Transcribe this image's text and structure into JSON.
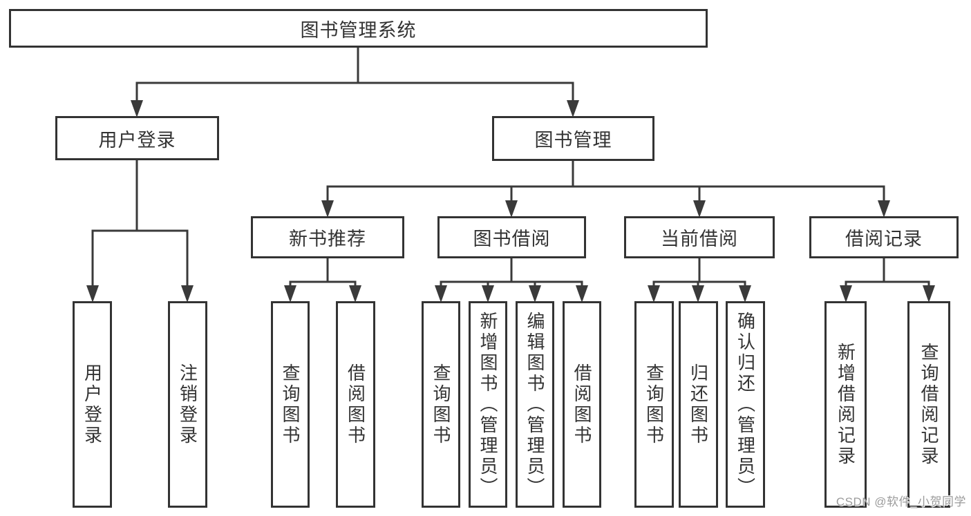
{
  "diagram": {
    "root": {
      "label": "图书管理系统"
    },
    "level2": [
      {
        "label": "用户登录"
      },
      {
        "label": "图书管理"
      }
    ],
    "level3": [
      {
        "label": "新书推荐"
      },
      {
        "label": "图书借阅"
      },
      {
        "label": "当前借阅"
      },
      {
        "label": "借阅记录"
      }
    ],
    "leaves": [
      {
        "label": "用户登录"
      },
      {
        "label": "注销登录"
      },
      {
        "label": "查询图书"
      },
      {
        "label": "借阅图书"
      },
      {
        "label": "查询图书"
      },
      {
        "label": "新增图书（管理员）"
      },
      {
        "label": "编辑图书（管理员）"
      },
      {
        "label": "借阅图书"
      },
      {
        "label": "查询图书"
      },
      {
        "label": "归还图书"
      },
      {
        "label": "确认归还（管理员）"
      },
      {
        "label": "新增借阅记录"
      },
      {
        "label": "查询借阅记录"
      }
    ],
    "colors": {
      "line": "#3a3a3a",
      "border": "#333333",
      "text": "#333333",
      "watermark_text": "#9b9b9b",
      "background": "#ffffff"
    },
    "watermark": "CSDN @软件_小贺同学"
  }
}
